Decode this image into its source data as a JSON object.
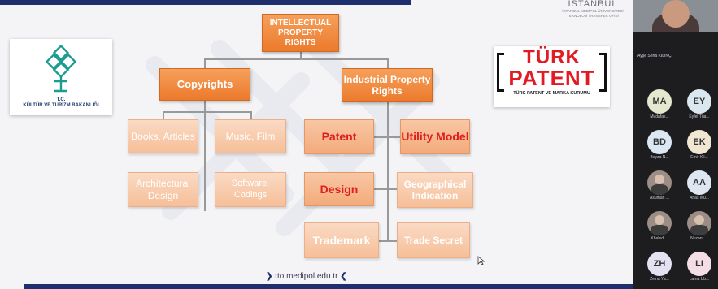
{
  "slide": {
    "header": {
      "university_name": "İSTANBUL",
      "subtitle_lines": [
        "İSTANBUL MEDİPOL ÜNİVERSİTESİ",
        "TEKNOLOJİ TRANSFER OFİSİ"
      ]
    },
    "ktb_logo": {
      "line1": "T.C.",
      "line2": "KÜLTÜR VE TURİZM BAKANLIĞI"
    },
    "turk_patent_logo": {
      "word1": "TÜRK",
      "word2": "PATENT",
      "tagline": "TÜRK PATENT VE MARKA KURUMU"
    },
    "chart": {
      "root": "INTELLECTUAL PROPERTY RIGHTS",
      "branches": {
        "copyrights": {
          "label": "Copyrights",
          "items": [
            "Books, Articles",
            "Music, Film",
            "Architectural Design",
            "Software, Codings"
          ]
        },
        "industrial": {
          "label": "Industrial Property Rights",
          "items": [
            "Patent",
            "Utility Model",
            "Design",
            "Geographical Indication",
            "Trademark",
            "Trade Secret"
          ]
        }
      }
    },
    "footer_url": "tto.medipol.edu.tr"
  },
  "participants_panel": {
    "active_speaker": "Ayşe Sena KILINÇ",
    "participants": [
      {
        "initials": "MA",
        "name": "Mudafak...",
        "color": "#e4e8cf"
      },
      {
        "initials": "EY",
        "name": "Eyfel Tüa...",
        "color": "#dbe7ef"
      },
      {
        "initials": "BD",
        "name": "Beyza N...",
        "color": "#dbe8f4"
      },
      {
        "initials": "EK",
        "name": "Emir Kil...",
        "color": "#f1e6d2"
      },
      {
        "initials": "",
        "name": "Asuman ...",
        "color": ""
      },
      {
        "initials": "AA",
        "name": "Anas Mu...",
        "color": "#dde6f1"
      },
      {
        "initials": "",
        "name": "Khaled ...",
        "color": ""
      },
      {
        "initials": "",
        "name": "Nuzaru ...",
        "color": ""
      },
      {
        "initials": "ZH",
        "name": "Zeina Ya...",
        "color": "#e4e1f2"
      },
      {
        "initials": "LI",
        "name": "Lama Ub...",
        "color": "#f4dde4"
      }
    ]
  }
}
